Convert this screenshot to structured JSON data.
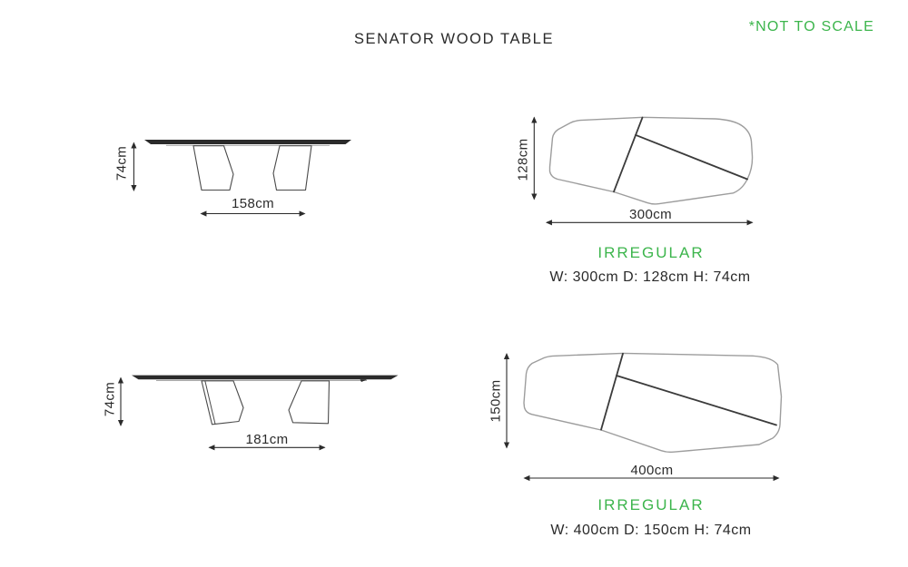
{
  "header": {
    "title": "SENATOR WOOD TABLE",
    "note": "*NOT TO SCALE"
  },
  "colors": {
    "accent_green": "#3cb54c",
    "ink": "#2b2b2b",
    "outline_gray": "#9d9d9d",
    "seam_dark": "#3b3b3b"
  },
  "variants": [
    {
      "shape_label": "IRREGULAR",
      "summary": "W: 300cm D: 128cm H: 74cm",
      "side_view": {
        "height_label": "74cm",
        "width_label": "158cm"
      },
      "top_view": {
        "depth_label": "128cm",
        "width_label": "300cm"
      }
    },
    {
      "shape_label": "IRREGULAR",
      "summary": "W: 400cm D: 150cm H: 74cm",
      "side_view": {
        "height_label": "74cm",
        "width_label": "181cm"
      },
      "top_view": {
        "depth_label": "150cm",
        "width_label": "400cm"
      }
    }
  ]
}
